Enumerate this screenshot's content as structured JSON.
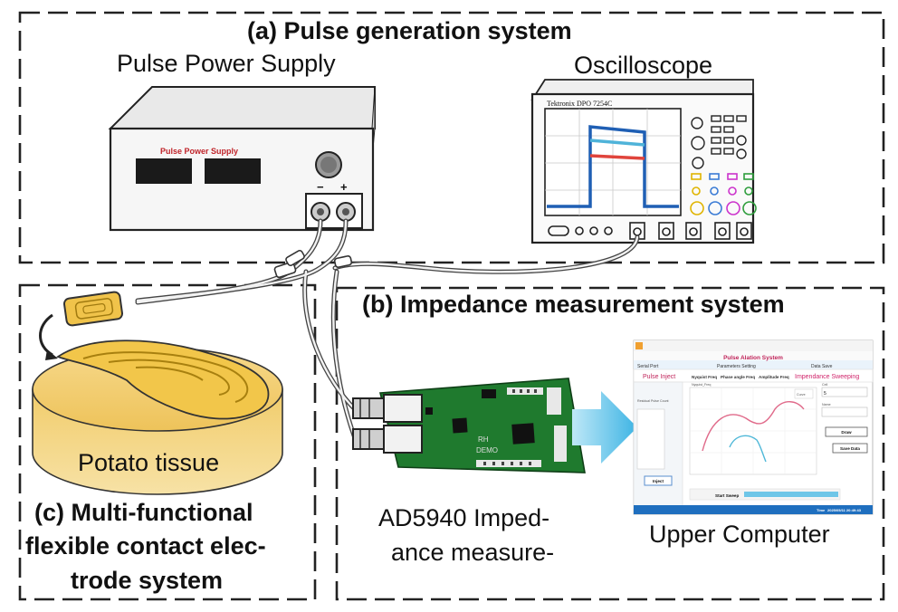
{
  "sections": {
    "a": "(a) Pulse generation system",
    "b": "(b) Impedance measurement system",
    "c_line1": "(c) Multi-functional",
    "c_line2": "flexible contact elec-",
    "c_line3": "trode system"
  },
  "devices": {
    "pulse_supply_title": "Pulse Power Supply",
    "pulse_supply_panel": "Pulse Power Supply",
    "minus": "−",
    "plus": "+",
    "oscilloscope_title": "Oscilloscope",
    "oscilloscope_brand": "Tektronix DPO 7254C",
    "potato": "Potato tissue",
    "ad5940_line1": "AD5940 Imped-",
    "ad5940_line2": "ance measure-",
    "upper_computer": "Upper Computer",
    "board_mark1": "RH",
    "board_mark2": "DEMO"
  },
  "software": {
    "window_title": "Pulse Alation System",
    "menu": [
      "Serial Port",
      "Parameters Setting",
      "Data Save"
    ],
    "pulse_inject": "Pulse Inject",
    "tabs": [
      "Nyquist Freq",
      "Phase angle Freq",
      "Amplitude Freq"
    ],
    "sweep_title": "Impendance Sweeping",
    "residual": "Residual Pulse Count",
    "inject_btn": "Inject",
    "draw_btn": "Draw",
    "save_btn": "Save Data",
    "start_sweep": "Start Sweep",
    "field_cell": "Cell",
    "field_value": "5",
    "field_name": "Name",
    "status_time_label": "Time",
    "status_time": "2025/05/11 20:49:43",
    "plot_title": "Nyquist_Freq",
    "legend": "Curve"
  },
  "colors": {
    "scope_blue": "#1f5fb4",
    "scope_cyan": "#4fb3d9",
    "scope_red": "#e0443c",
    "arrow": "#5bc3e8",
    "potato": "#f3cf6e",
    "pcb": "#1f7a2e",
    "sweep_title": "#d0246a"
  }
}
